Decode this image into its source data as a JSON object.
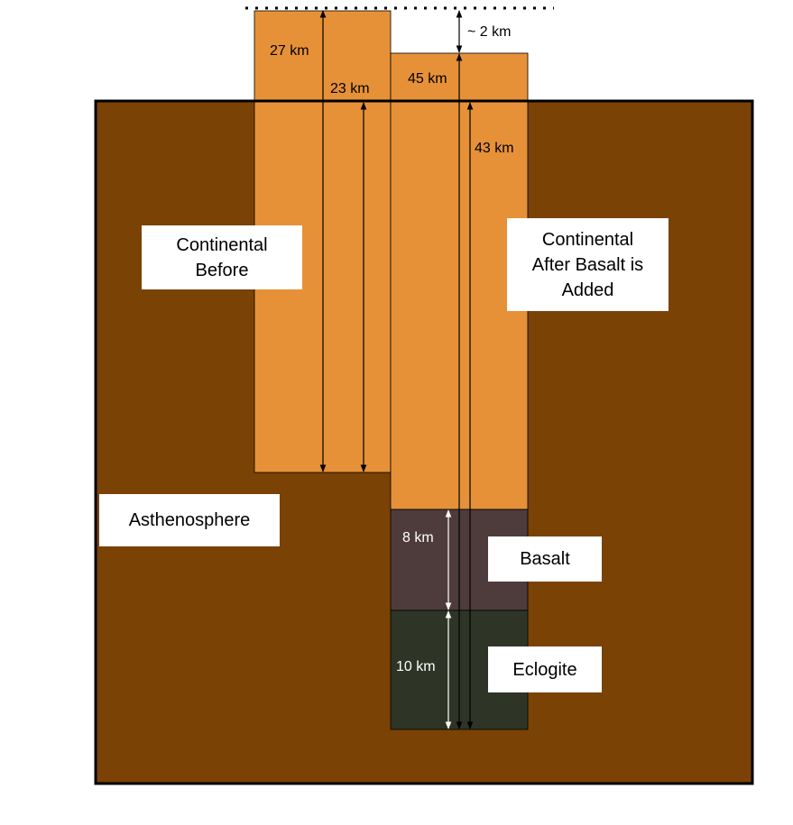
{
  "colors": {
    "asthenosphere": "#7a4204",
    "continental": "#e69138",
    "basalt": "#4e3b3b",
    "eclogite": "#2f3526",
    "outline": "#000000",
    "label_bg": "#ffffff",
    "light_arrow": "#ffffff"
  },
  "labels": {
    "continental_before": "Continental\nBefore",
    "continental_after": "Continental\nAfter Basalt is\nAdded",
    "asthenosphere": "Asthenosphere",
    "basalt": "Basalt",
    "eclogite": "Eclogite"
  },
  "measurements": {
    "before_total": "27 km",
    "before_root": "23 km",
    "after_total": "45 km",
    "after_root": "43 km",
    "uplift": "~ 2 km",
    "basalt_thickness": "8 km",
    "eclogite_thickness": "10 km"
  }
}
